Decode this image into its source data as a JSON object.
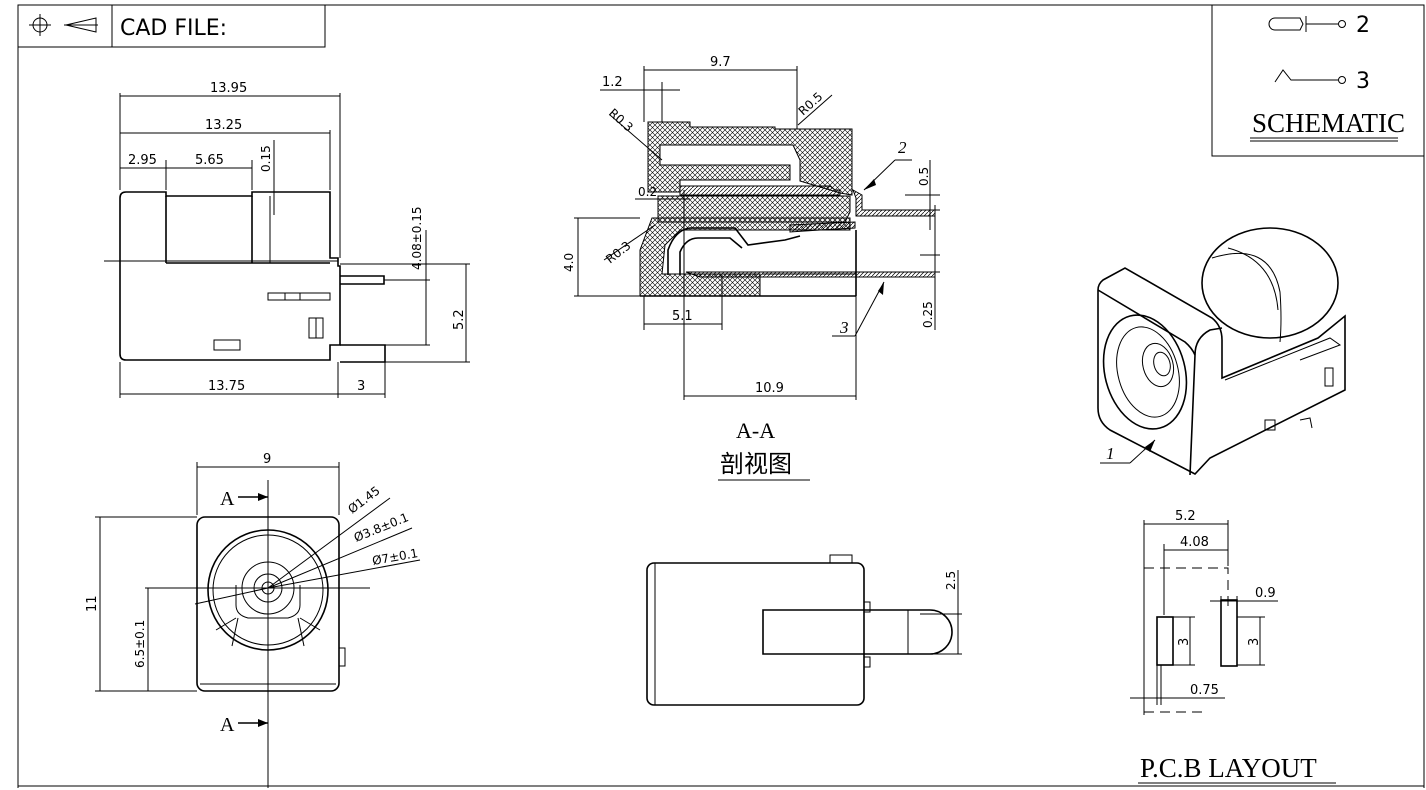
{
  "title_block": {
    "cad_file_label": "CAD FILE:"
  },
  "schematic": {
    "pin2": "2",
    "pin3": "3",
    "title": "SCHEMATIC"
  },
  "side_view": {
    "dims": {
      "w1395": "13.95",
      "w1325": "13.25",
      "w295": "2.95",
      "w565": "5.65",
      "h015": "0.15",
      "h408": "4.08±0.15",
      "h52": "5.2",
      "w1375": "13.75",
      "w3": "3"
    }
  },
  "section_view": {
    "dims": {
      "w97": "9.7",
      "w12": "1.2",
      "r05": "R0.5",
      "r03a": "R0.3",
      "r02": "0.2",
      "r03b": "R0.3",
      "h40": "4.0",
      "w51": "5.1",
      "w109": "10.9",
      "h05": "0.5",
      "h025": "0.25"
    },
    "callout2": "2",
    "callout3": "3",
    "label_aa": "A-A",
    "label_cn": "剖视图"
  },
  "front_view": {
    "dims": {
      "w9": "9",
      "h11": "11",
      "h65": "6.5±0.1",
      "d145": "Ø1.45",
      "d38": "Ø3.8±0.1",
      "d7": "Ø7±0.1"
    },
    "section_mark_a1": "A",
    "section_mark_a2": "A"
  },
  "iso_view": {
    "callout1": "1"
  },
  "pcb_layout": {
    "dims": {
      "w52": "5.2",
      "w408": "4.08",
      "w09": "0.9",
      "h3a": "3",
      "h3b": "3",
      "w075": "0.75"
    },
    "title": "P.C.B LAYOUT"
  },
  "bottom_view": {
    "dims": {
      "h25": "2.5"
    }
  }
}
